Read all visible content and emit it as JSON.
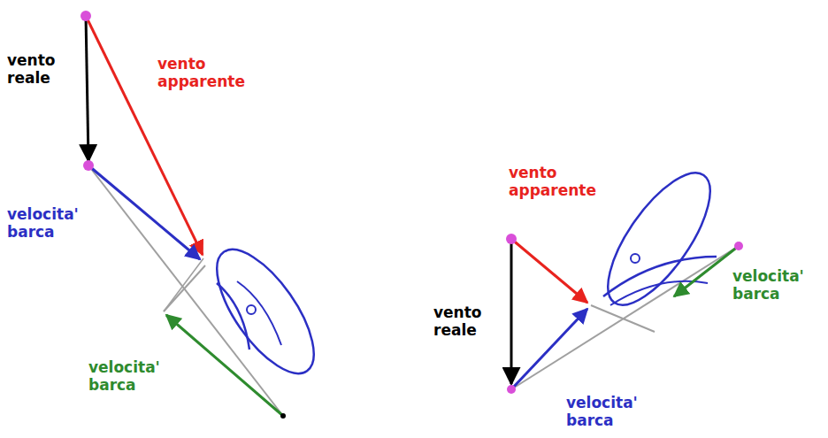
{
  "diagram": {
    "labels": [
      "vento reale",
      "vento apparente",
      "velocita' barca",
      "velocita' barca",
      "vento apparente",
      "vento reale",
      "velocita' barca",
      "velocita' barca"
    ]
  }
}
